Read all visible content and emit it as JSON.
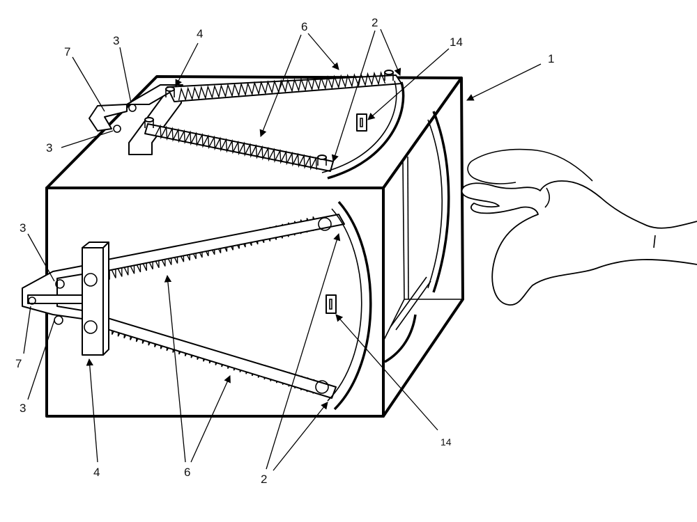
{
  "labels": {
    "1": "1",
    "2": "2",
    "3": "3",
    "4": "4",
    "6": "6",
    "7": "7",
    "14": "14"
  },
  "colors": {
    "line": "#000000",
    "background": "#ffffff"
  }
}
